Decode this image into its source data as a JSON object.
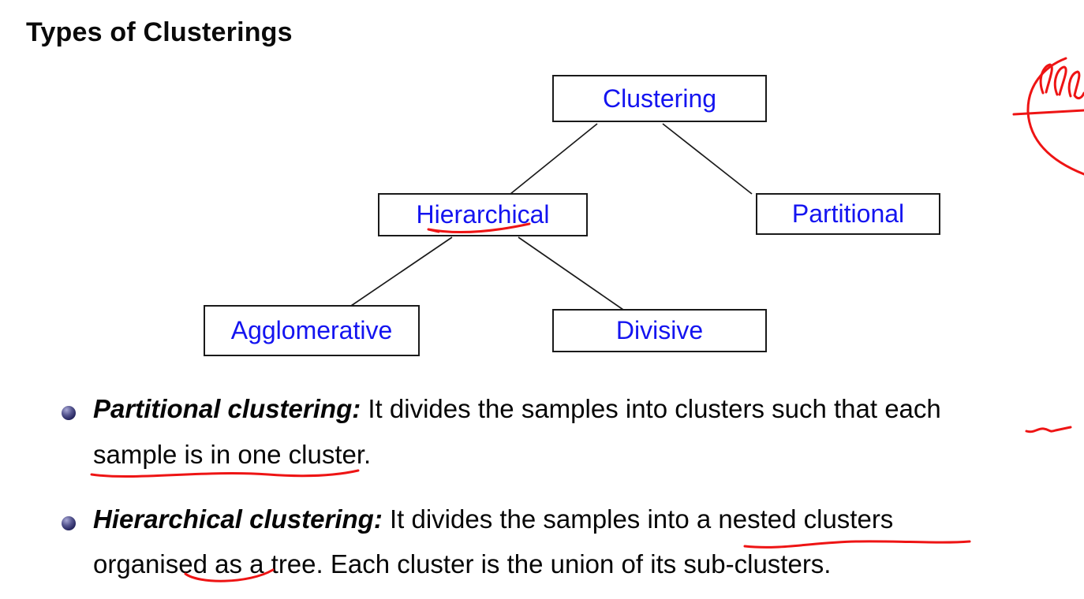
{
  "title": "Types of Clusterings",
  "diagram": {
    "text_color": "#1414f0",
    "border_color": "#1a1a1a",
    "nodes": {
      "root": "Clustering",
      "left_child": "Hierarchical",
      "right_child": "Partitional",
      "left_grandchild_1": "Agglomerative",
      "left_grandchild_2": "Divisive"
    }
  },
  "bullets": [
    {
      "lead": "Partitional clustering:",
      "line1_rest": " It divides the samples into clusters such that each",
      "line2": "sample is in one cluster."
    },
    {
      "lead": "Hierarchical clustering:",
      "line1_rest": " It divides the samples into a nested clusters",
      "line2": "organised as a tree. Each cluster is the union of its sub-clusters."
    }
  ],
  "annotations": {
    "color": "#ee1414",
    "items": [
      "corner-circle-scribble",
      "hierarchical-box-underline",
      "each-underline",
      "sample-is-in-one-cluster-underline",
      "nested-clusters-underline",
      "as-a-tree-underline"
    ]
  }
}
